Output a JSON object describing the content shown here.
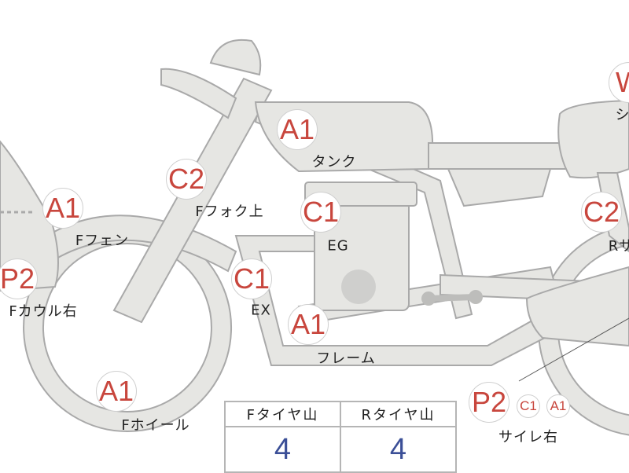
{
  "colors": {
    "part_fill": "#e6e6e3",
    "part_stroke": "#a9a9a9",
    "grade_text": "#c8463d",
    "tire_value": "#3b4f97"
  },
  "parts": [
    {
      "grade": "A1",
      "label": "タンク"
    },
    {
      "grade": "C2",
      "label": "Fフォク上"
    },
    {
      "grade": "A1",
      "label": "Fフェン"
    },
    {
      "grade": "C1",
      "label": "EG"
    },
    {
      "grade": "P2",
      "label": "Fカウル右"
    },
    {
      "grade": "C1",
      "label": "EX"
    },
    {
      "grade": "A1",
      "label": "フレーム"
    },
    {
      "grade": "A1",
      "label": "Fホイール"
    },
    {
      "grade": "C2",
      "label": "Rサ"
    },
    {
      "grade": "W",
      "label": "シ"
    }
  ],
  "muffler_right": {
    "grades": [
      "P2",
      "C1",
      "A1"
    ],
    "label": "サイレ右"
  },
  "tire_table": {
    "headers": [
      "Fタイヤ山",
      "Rタイヤ山"
    ],
    "values": [
      "4",
      "4"
    ]
  }
}
